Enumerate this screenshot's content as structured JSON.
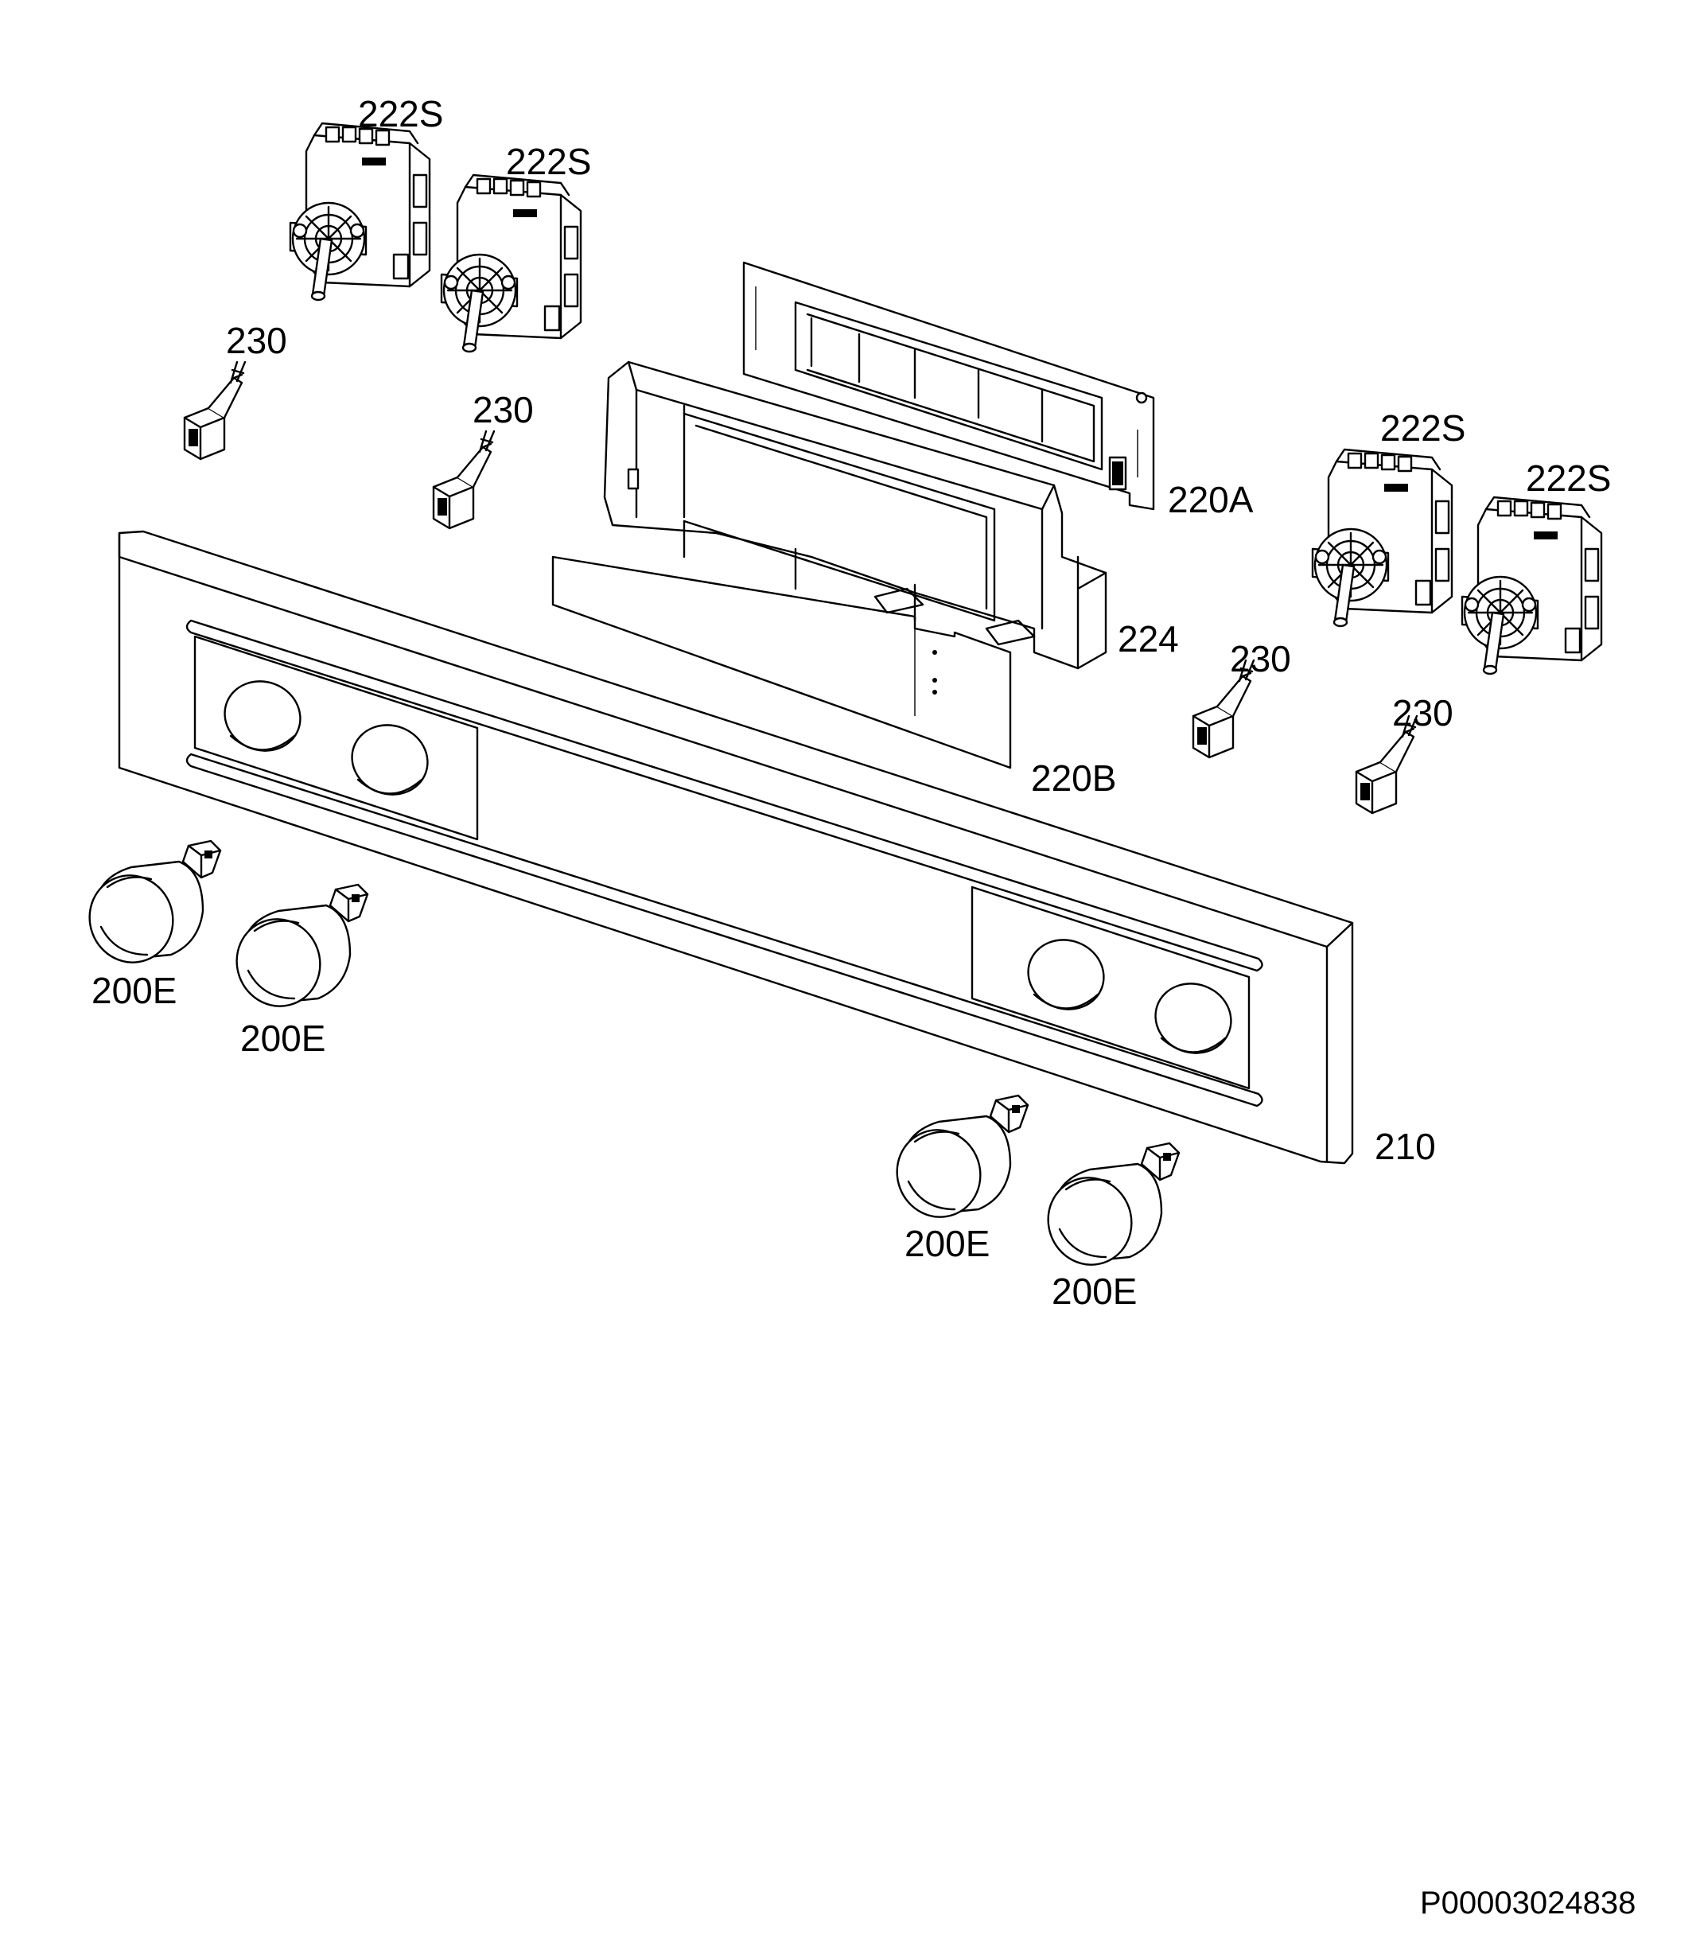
{
  "labels": {
    "switch_tl1": "222S",
    "switch_tl2": "222S",
    "switch_r1": "222S",
    "switch_r2": "222S",
    "lamp_l1": "230",
    "lamp_l2": "230",
    "lamp_r1": "230",
    "lamp_r2": "230",
    "pcb_a": "220A",
    "frame": "224",
    "pcb_b": "220B",
    "panel": "210",
    "knob_l1": "200E",
    "knob_l2": "200E",
    "knob_r1": "200E",
    "knob_r2": "200E"
  },
  "document_code": "P00003024838"
}
